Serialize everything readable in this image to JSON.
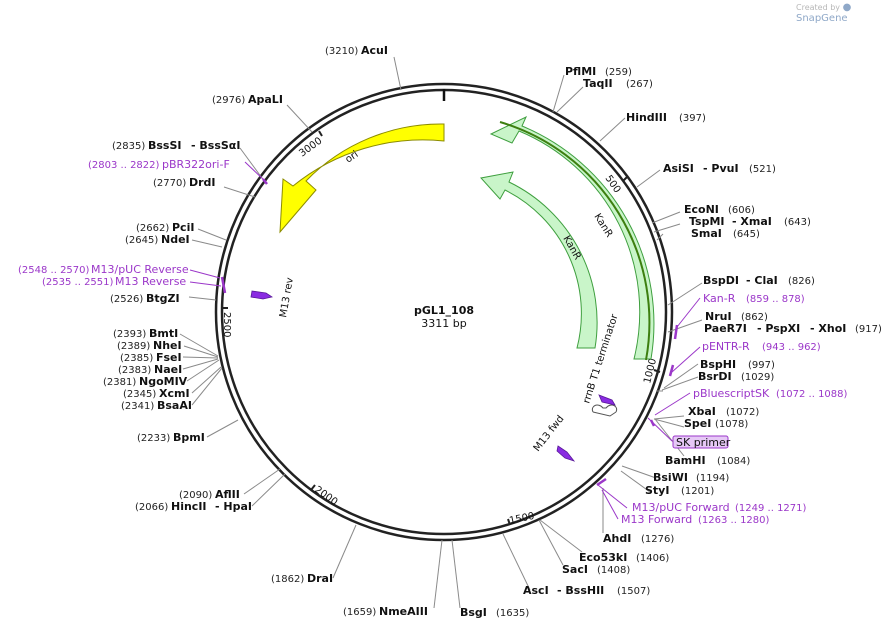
{
  "credit": {
    "created_by": "Created by",
    "brand": "SnapGene"
  },
  "plasmid": {
    "name": "pGL1_108",
    "size_text": "3311 bp",
    "length": 3311
  },
  "ticks": [
    "3000",
    "500",
    "1000",
    "1500",
    "2000",
    "2500"
  ],
  "features": [
    {
      "label": "ori",
      "color": "#ffff00",
      "border": "#9a9a00"
    },
    {
      "label": "KanR",
      "color": "#ccf5cc",
      "border": "#4aaa4a"
    },
    {
      "label": "KanR",
      "color": "#ccf5cc",
      "border": "#4aaa4a"
    },
    {
      "label": "rrnB T1 terminator"
    },
    {
      "label": "M13 rev",
      "color": "#8a2be2"
    },
    {
      "label": "M13 fwd",
      "color": "#8a2be2"
    }
  ],
  "sites": {
    "acui": {
      "pos": "(3210)",
      "name": "AcuI"
    },
    "apali": {
      "pos": "(2976)",
      "name": "ApaLI"
    },
    "bsssi": {
      "pos": "(2835)",
      "name": "BssSI",
      "alt": "- BssSαI"
    },
    "pbr322": {
      "pos": "(2803 .. 2822)",
      "name": "pBR322ori-F"
    },
    "drdi": {
      "pos": "(2770)",
      "name": "DrdI"
    },
    "pcii": {
      "pos": "(2662)",
      "name": "PciI"
    },
    "ndei": {
      "pos": "(2645)",
      "name": "NdeI"
    },
    "m13puc_rev": {
      "pos": "(2548 .. 2570)",
      "name": "M13/pUC Reverse"
    },
    "m13_rev": {
      "pos": "(2535 .. 2551)",
      "name": "M13 Reverse"
    },
    "btgzi": {
      "pos": "(2526)",
      "name": "BtgZI"
    },
    "bmti": {
      "pos": "(2393)",
      "name": "BmtI"
    },
    "nhei": {
      "pos": "(2389)",
      "name": "NheI"
    },
    "fsei": {
      "pos": "(2385)",
      "name": "FseI"
    },
    "naei": {
      "pos": "(2383)",
      "name": "NaeI"
    },
    "ngomiv": {
      "pos": "(2381)",
      "name": "NgoMIV"
    },
    "xcmi": {
      "pos": "(2345)",
      "name": "XcmI"
    },
    "bsaai": {
      "pos": "(2341)",
      "name": "BsaAI"
    },
    "bpmi": {
      "pos": "(2233)",
      "name": "BpmI"
    },
    "aflii": {
      "pos": "(2090)",
      "name": "AflII"
    },
    "hincii": {
      "pos": "(2066)",
      "name": "HincII",
      "alt": "- HpaI"
    },
    "drai": {
      "pos": "(1862)",
      "name": "DraI"
    },
    "nmeaiii": {
      "pos": "(1659)",
      "name": "NmeAIII"
    },
    "bsgi": {
      "pos": "(1635)",
      "name": "BsgI"
    },
    "asci": {
      "pos": "(1507)",
      "name": "AscI",
      "alt": "- BssHII"
    },
    "saci": {
      "pos": "(1408)",
      "name": "SacI"
    },
    "eco53ki": {
      "pos": "(1406)",
      "name": "Eco53kI"
    },
    "ahdi": {
      "pos": "(1276)",
      "name": "AhdI"
    },
    "m13_fwd": {
      "pos": "(1263 .. 1280)",
      "name": "M13 Forward"
    },
    "m13puc_fwd": {
      "pos": "(1249 .. 1271)",
      "name": "M13/pUC Forward"
    },
    "styi": {
      "pos": "(1201)",
      "name": "StyI"
    },
    "bsiwi": {
      "pos": "(1194)",
      "name": "BsiWI"
    },
    "bamhi": {
      "pos": "(1084)",
      "name": "BamHI"
    },
    "sk_primer": {
      "name": "SK primer"
    },
    "spei": {
      "pos": "(1078)",
      "name": "SpeI"
    },
    "xbai": {
      "pos": "(1072)",
      "name": "XbaI"
    },
    "pbluescript": {
      "pos": "(1072 .. 1088)",
      "name": "pBluescriptSK"
    },
    "bsrdi": {
      "pos": "(1029)",
      "name": "BsrDI"
    },
    "bsphi": {
      "pos": "(997)",
      "name": "BspHI"
    },
    "pentr": {
      "pos": "(943 .. 962)",
      "name": "pENTR-R"
    },
    "paer7i": {
      "pos": "(917)",
      "name": "PaeR7I",
      "alt": "- PspXI",
      "alt2": "- XhoI"
    },
    "nrui": {
      "pos": "(862)",
      "name": "NruI"
    },
    "kanr_primer": {
      "pos": "(859 .. 878)",
      "name": "Kan-R"
    },
    "bspdi": {
      "pos": "(826)",
      "name": "BspDI",
      "alt": "- ClaI"
    },
    "smai": {
      "pos": "(645)",
      "name": "SmaI"
    },
    "tspmi": {
      "pos": "(643)",
      "name": "TspMI",
      "alt": "- XmaI"
    },
    "econi": {
      "pos": "(606)",
      "name": "EcoNI"
    },
    "asisi": {
      "pos": "(521)",
      "name": "AsiSI",
      "alt": "- PvuI"
    },
    "hindiii": {
      "pos": "(397)",
      "name": "HindIII"
    },
    "taqii": {
      "pos": "(267)",
      "name": "TaqII"
    },
    "pflmi": {
      "pos": "(259)",
      "name": "PflMI"
    }
  }
}
